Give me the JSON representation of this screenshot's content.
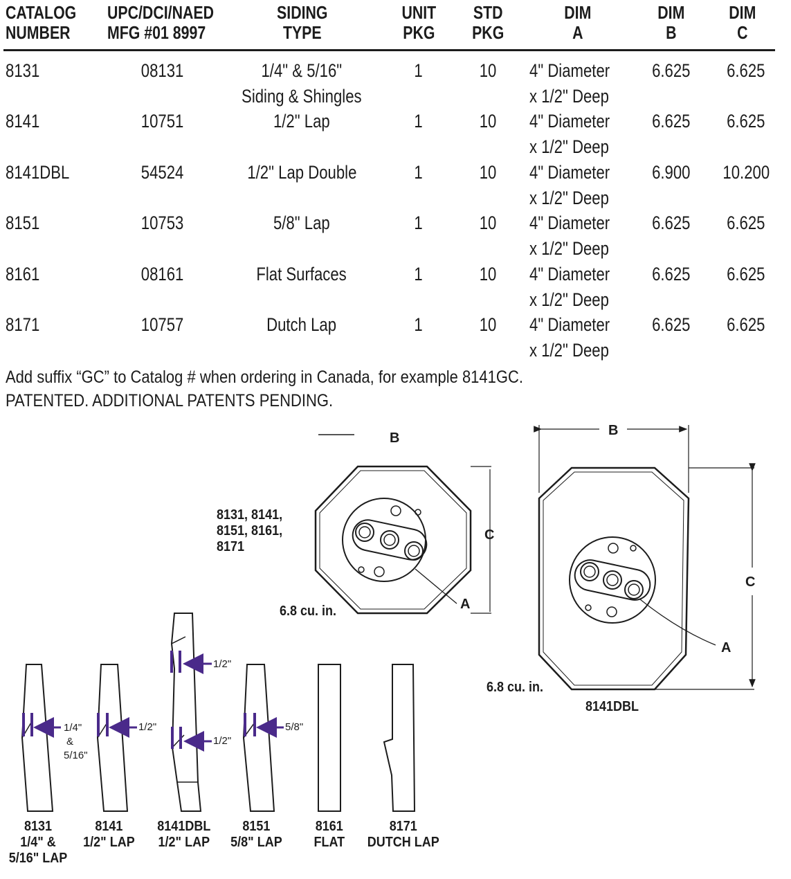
{
  "table": {
    "headers": [
      {
        "line1": "CATALOG",
        "line2": "NUMBER"
      },
      {
        "line1": "UPC/DCI/NAED",
        "line2": "MFG #01 8997"
      },
      {
        "line1": "SIDING",
        "line2": "TYPE"
      },
      {
        "line1": "UNIT",
        "line2": "PKG"
      },
      {
        "line1": "STD",
        "line2": "PKG"
      },
      {
        "line1": "DIM",
        "line2": "A"
      },
      {
        "line1": "DIM",
        "line2": "B"
      },
      {
        "line1": "DIM",
        "line2": "C"
      }
    ],
    "rows": [
      {
        "catalog": "8131",
        "upc": "08131",
        "siding1": "1/4\" & 5/16\"",
        "siding2": "Siding & Shingles",
        "unit": "1",
        "std": "10",
        "dimA1": "4\" Diameter",
        "dimA2": "x 1/2\" Deep",
        "dimB": "6.625",
        "dimC": "6.625"
      },
      {
        "catalog": "8141",
        "upc": "10751",
        "siding1": "1/2\" Lap",
        "siding2": "",
        "unit": "1",
        "std": "10",
        "dimA1": "4\" Diameter",
        "dimA2": "x 1/2\" Deep",
        "dimB": "6.625",
        "dimC": "6.625"
      },
      {
        "catalog": "8141DBL",
        "upc": "54524",
        "siding1": "1/2\" Lap Double",
        "siding2": "",
        "unit": "1",
        "std": "10",
        "dimA1": "4\" Diameter",
        "dimA2": "x 1/2\" Deep",
        "dimB": "6.900",
        "dimC": "10.200"
      },
      {
        "catalog": "8151",
        "upc": "10753",
        "siding1": "5/8\" Lap",
        "siding2": "",
        "unit": "1",
        "std": "10",
        "dimA1": "4\" Diameter",
        "dimA2": "x 1/2\" Deep",
        "dimB": "6.625",
        "dimC": "6.625"
      },
      {
        "catalog": "8161",
        "upc": "08161",
        "siding1": "Flat Surfaces",
        "siding2": "",
        "unit": "1",
        "std": "10",
        "dimA1": "4\" Diameter",
        "dimA2": "x 1/2\" Deep",
        "dimB": "6.625",
        "dimC": "6.625"
      },
      {
        "catalog": "8171",
        "upc": "10757",
        "siding1": "Dutch Lap",
        "siding2": "",
        "unit": "1",
        "std": "10",
        "dimA1": "4\" Diameter",
        "dimA2": "x 1/2\" Deep",
        "dimB": "6.625",
        "dimC": "6.625"
      }
    ]
  },
  "notes": {
    "line1": "Add suffix “GC” to Catalog # when ordering in Canada, for example 8141GC.",
    "line2": "PATENTED. ADDITIONAL PATENTS PENDING."
  },
  "diagram_octagon": {
    "models_line1": "8131, 8141,",
    "models_line2": "8151, 8161,",
    "models_line3": "8171",
    "volume": "6.8 cu. in.",
    "label_b": "B",
    "label_c": "C",
    "label_a": "A"
  },
  "diagram_dbl": {
    "model": "8141DBL",
    "volume": "6.8 cu. in.",
    "label_b": "B",
    "label_c": "C",
    "label_a": "A"
  },
  "profiles": [
    {
      "model": "8131",
      "desc1": "1/4\" &",
      "desc2": "5/16\" LAP",
      "callout1": "1/4\"",
      "callout2": "&",
      "callout3": "5/16\""
    },
    {
      "model": "8141",
      "desc1": "1/2\" LAP",
      "callout1": "1/2\""
    },
    {
      "model": "8141DBL",
      "desc1": "1/2\" LAP",
      "callout1": "1/2\"",
      "callout2": "1/2\""
    },
    {
      "model": "8151",
      "desc1": "5/8\" LAP",
      "callout1": "5/8\""
    },
    {
      "model": "8161",
      "desc1": "FLAT"
    },
    {
      "model": "8171",
      "desc1": "DUTCH LAP"
    }
  ],
  "colors": {
    "ink": "#1c1c1c",
    "callout": "#4a2a8a"
  }
}
